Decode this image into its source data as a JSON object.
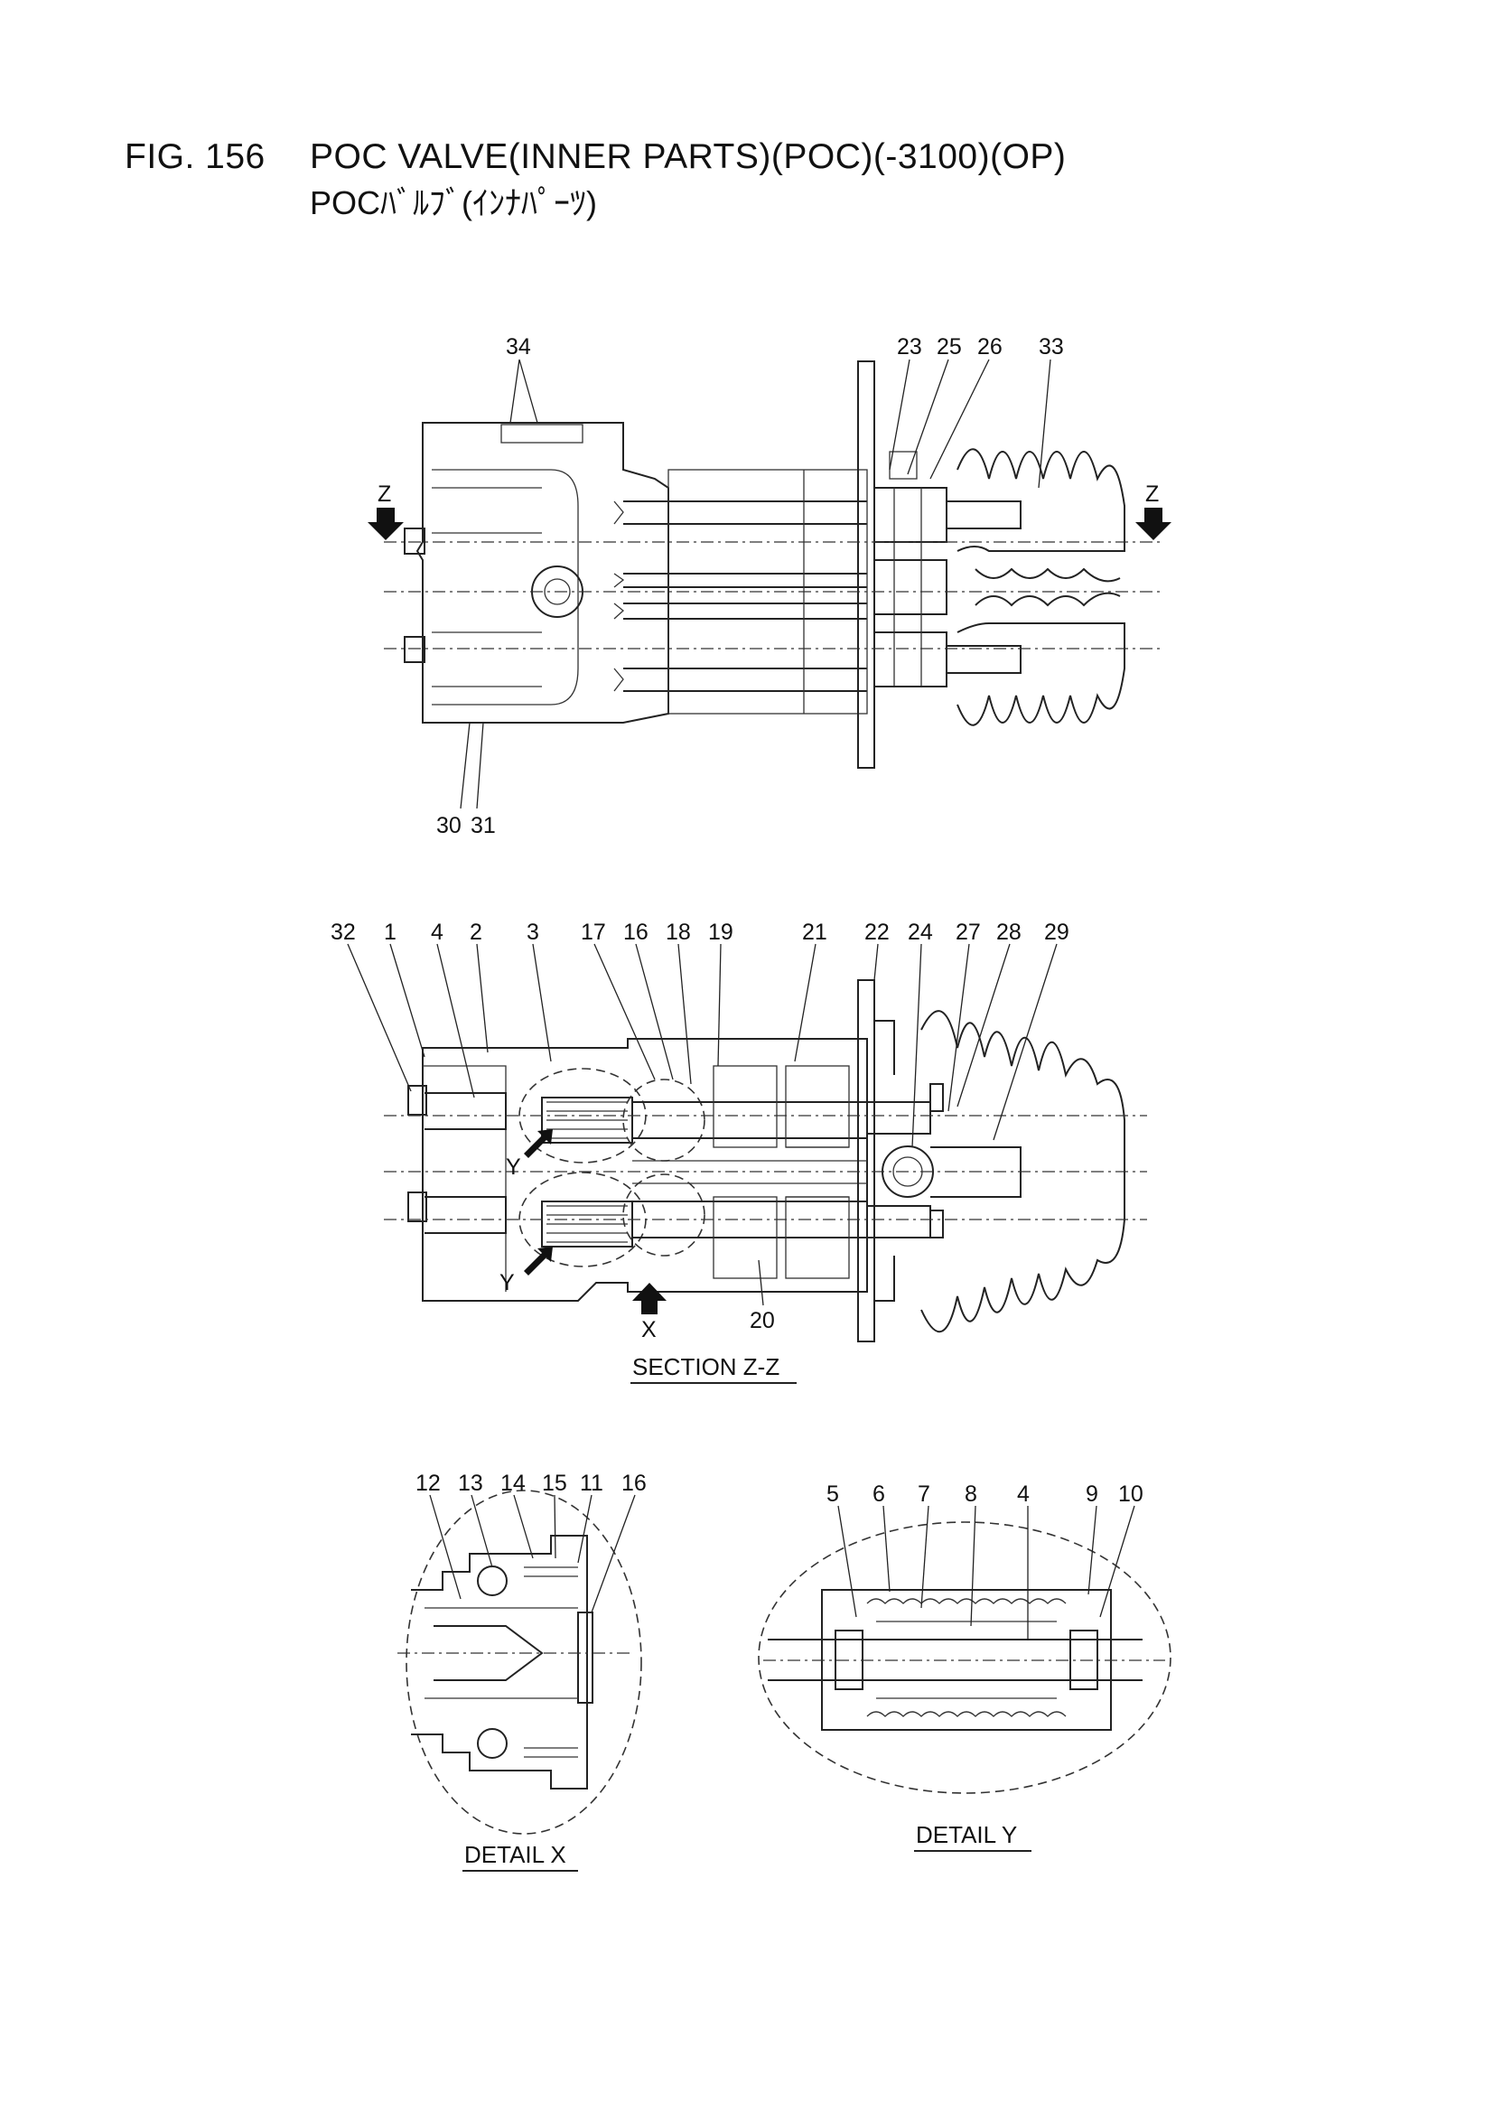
{
  "title": {
    "fig": "FIG. 156",
    "name": "POC VALVE(INNER PARTS)(POC)(-3100)(OP)",
    "subtitle": "POCﾊﾞﾙﾌﾞ(ｲﾝﾅﾊﾟｰﾂ)"
  },
  "captions": {
    "section": "SECTION Z-Z",
    "detail_x": "DETAIL X",
    "detail_y": "DETAIL Y"
  },
  "view_markers": {
    "z": "Z",
    "x": "X",
    "y": "Y"
  },
  "callouts": {
    "top_view": [
      "34",
      "23",
      "25",
      "26",
      "33",
      "30",
      "31"
    ],
    "section": [
      "32",
      "1",
      "4",
      "2",
      "3",
      "17",
      "16",
      "18",
      "19",
      "21",
      "22",
      "24",
      "27",
      "28",
      "29",
      "20"
    ],
    "detail_x": [
      "12",
      "13",
      "14",
      "15",
      "11",
      "16"
    ],
    "detail_y": [
      "5",
      "6",
      "7",
      "8",
      "4",
      "9",
      "10"
    ]
  }
}
